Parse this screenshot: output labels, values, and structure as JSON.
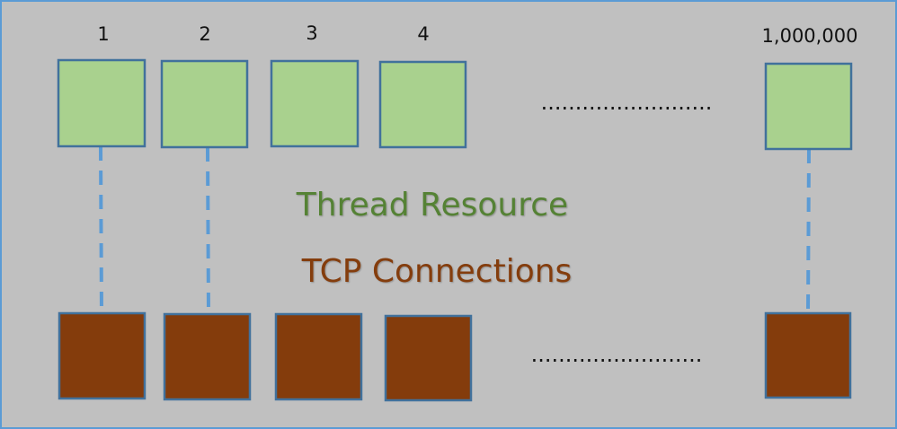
{
  "diagram": {
    "thread_labels": [
      "1",
      "2",
      "3",
      "4",
      "1,000,000"
    ],
    "ellipsis": ".........................",
    "legend": {
      "thread_text": "Thread Resource",
      "tcp_text": "TCP Connections"
    },
    "colors": {
      "background": "#c0c0c0",
      "frame": "#5b9bd5",
      "thread_fill": "#a9d18e",
      "thread_stroke": "#41719c",
      "tcp_fill": "#843c0c",
      "tcp_stroke": "#41719c",
      "connector": "#5b9bd5",
      "thread_text": "#548235",
      "tcp_text": "#843c0c"
    }
  }
}
